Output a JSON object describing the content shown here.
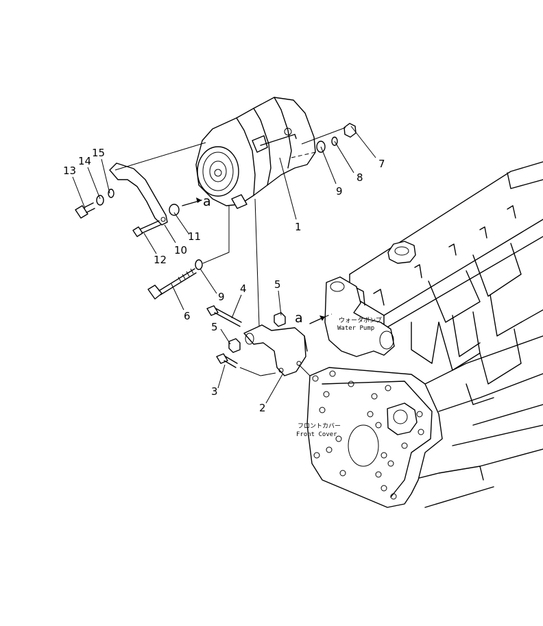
{
  "callouts": [
    "1",
    "2",
    "3",
    "4",
    "5",
    "5",
    "6",
    "7",
    "8",
    "9",
    "9",
    "10",
    "11",
    "12",
    "13",
    "14",
    "15"
  ],
  "reference_marks": [
    "a",
    "a"
  ],
  "labels": {
    "water_pump_jp": "ウォータポンプ",
    "water_pump_en": "Water Pump",
    "front_cover_jp": "フロントカバー",
    "front_cover_en": "Front Cover"
  }
}
